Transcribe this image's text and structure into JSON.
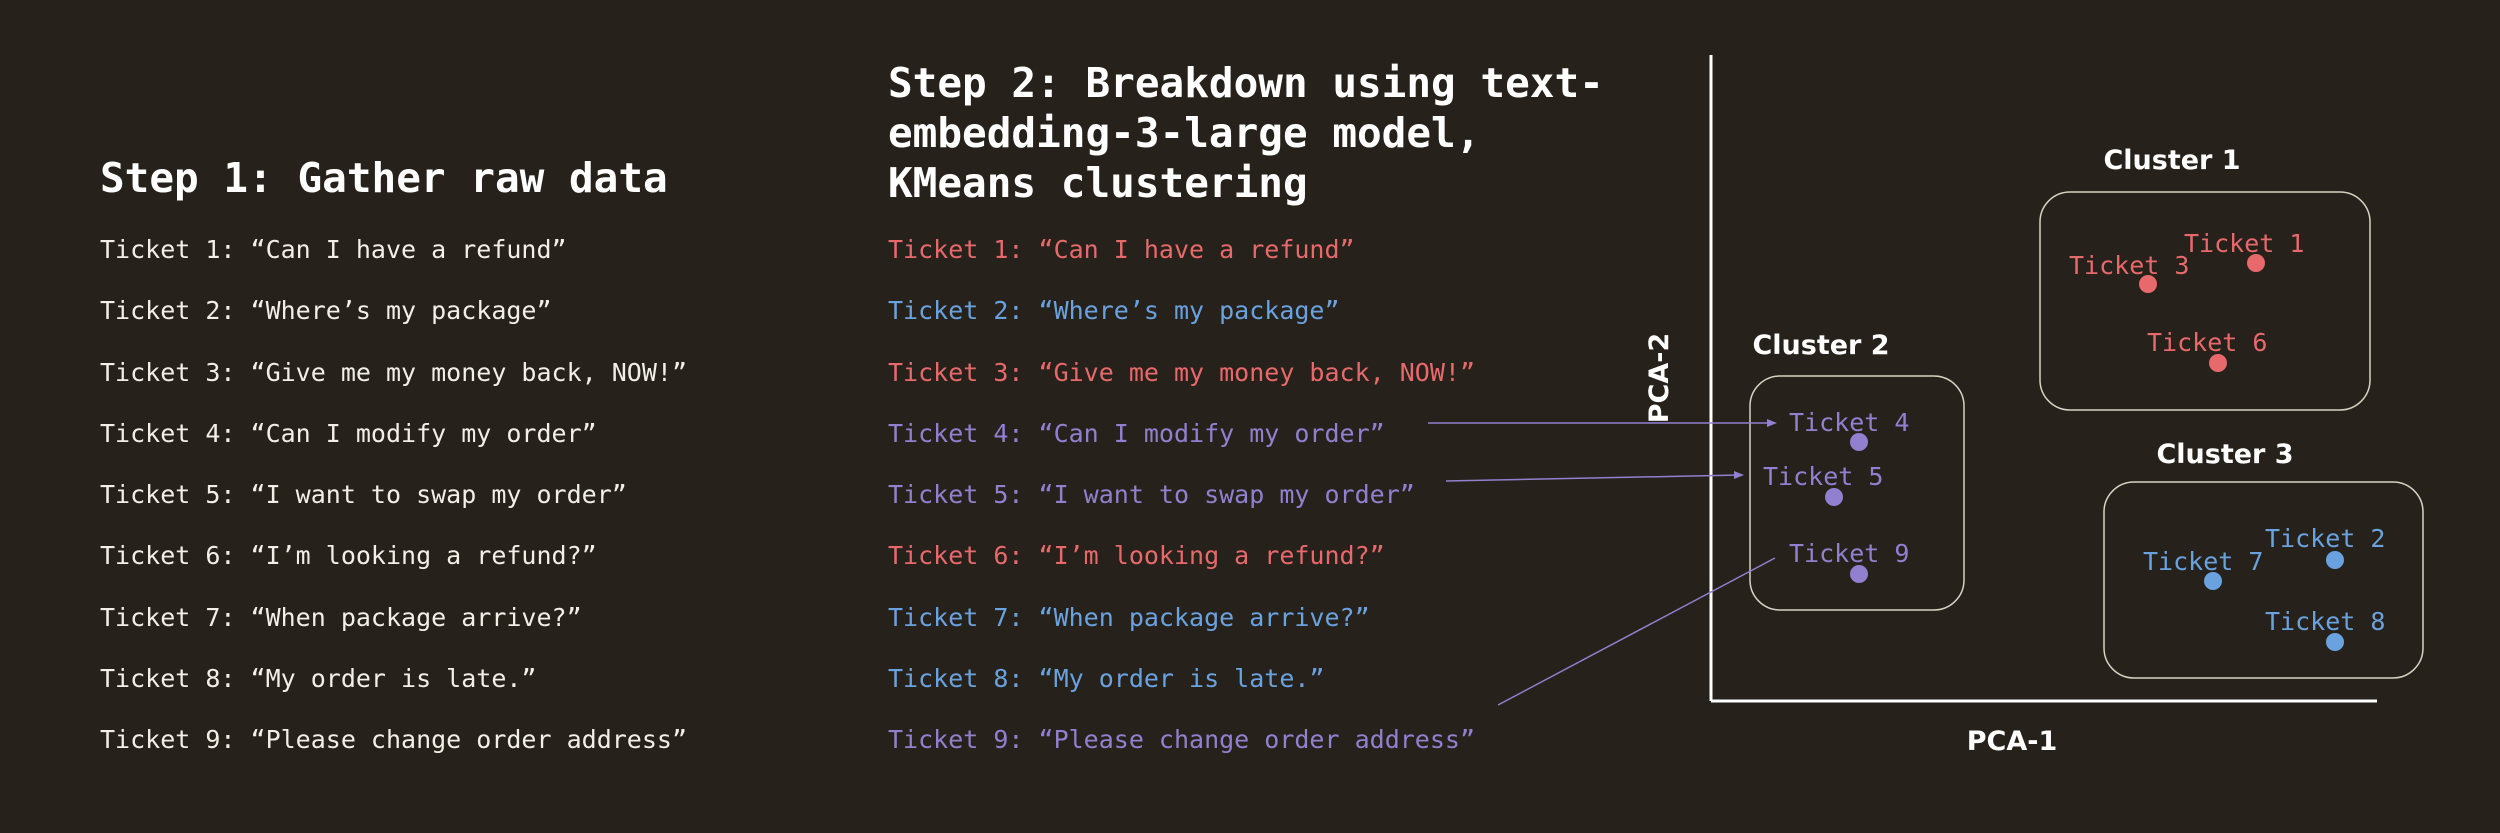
{
  "colors": {
    "background": "#26221b",
    "cluster1": "#e8696b",
    "cluster2": "#9180cf",
    "cluster3": "#6aa2e0",
    "neutral": "#f2efe6"
  },
  "step1": {
    "title": "Step 1: Gather raw data",
    "tickets": [
      "Ticket 1: “Can I have a refund”",
      "Ticket 2: “Where’s my package”",
      "Ticket 3: “Give me my money back, NOW!”",
      "Ticket 4: “Can I modify my order”",
      "Ticket 5: “I want to swap my order”",
      "Ticket 6: “I’m looking a refund?”",
      "Ticket 7: “When package arrive?”",
      "Ticket 8: “My order is late.”",
      "Ticket 9: “Please change order address”"
    ]
  },
  "step2": {
    "title": "Step 2: Breakdown using text-embedding-3-large model, KMeans clustering",
    "tickets": [
      {
        "text": "Ticket 1: “Can I have a refund”",
        "cluster": 1
      },
      {
        "text": "Ticket 2: “Where’s my package”",
        "cluster": 3
      },
      {
        "text": "Ticket 3: “Give me my money back, NOW!”",
        "cluster": 1
      },
      {
        "text": "Ticket 4: “Can I modify my order”",
        "cluster": 2
      },
      {
        "text": "Ticket 5: “I want to swap my order”",
        "cluster": 2
      },
      {
        "text": "Ticket 6: “I’m looking a refund?”",
        "cluster": 1
      },
      {
        "text": "Ticket 7: “When package arrive?”",
        "cluster": 3
      },
      {
        "text": "Ticket 8: “My order is late.”",
        "cluster": 3
      },
      {
        "text": "Ticket 9: “Please change order address”",
        "cluster": 2
      }
    ]
  },
  "plot": {
    "x_label": "PCA-1",
    "y_label": "PCA-2",
    "clusters": [
      {
        "id": 1,
        "title": "Cluster 1"
      },
      {
        "id": 2,
        "title": "Cluster 2"
      },
      {
        "id": 3,
        "title": "Cluster 3"
      }
    ],
    "points": [
      {
        "label": "Ticket 1",
        "cluster": 1
      },
      {
        "label": "Ticket 3",
        "cluster": 1
      },
      {
        "label": "Ticket 6",
        "cluster": 1
      },
      {
        "label": "Ticket 4",
        "cluster": 2
      },
      {
        "label": "Ticket 5",
        "cluster": 2
      },
      {
        "label": "Ticket 9",
        "cluster": 2
      },
      {
        "label": "Ticket 2",
        "cluster": 3
      },
      {
        "label": "Ticket 7",
        "cluster": 3
      },
      {
        "label": "Ticket 8",
        "cluster": 3
      }
    ]
  }
}
